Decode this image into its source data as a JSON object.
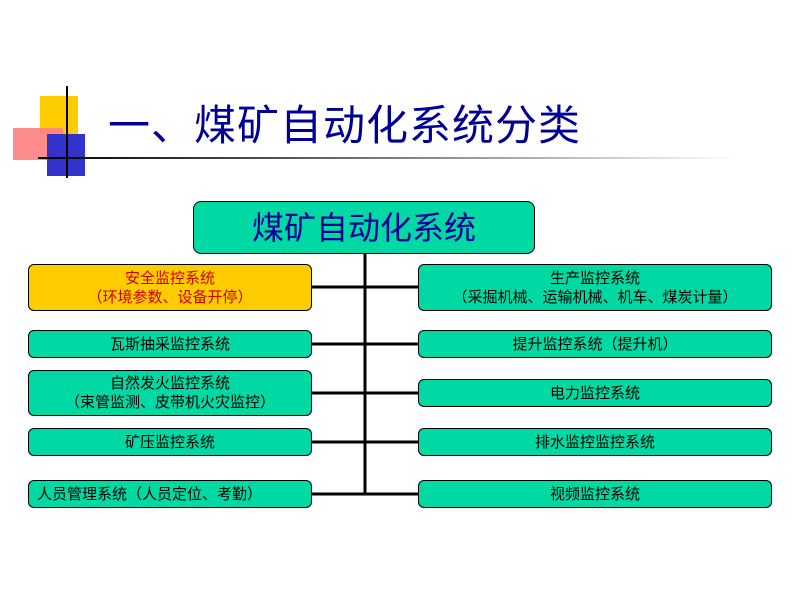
{
  "header": {
    "title": "一、煤矿自动化系统分类"
  },
  "diagram": {
    "root": "煤矿自动化系统",
    "left": [
      {
        "label": "安全监控系统",
        "sub": "（环境参数、设备开停）"
      },
      {
        "label": "瓦斯抽采监控系统"
      },
      {
        "label": "自然发火监控系统",
        "sub": "（束管监测、皮带机火灾监控）"
      },
      {
        "label": "矿压监控系统"
      },
      {
        "label": "人员管理系统（人员定位、考勤）"
      }
    ],
    "right": [
      {
        "label": "生产监控系统",
        "sub": "（采掘机械、运输机械、机车、煤炭计量）"
      },
      {
        "label": "提升监控系统（提升机）"
      },
      {
        "label": "电力监控系统"
      },
      {
        "label": "排水监控监控系统"
      },
      {
        "label": "视频监控系统"
      }
    ]
  },
  "colors": {
    "box_fill": "#00D9A3",
    "highlight_fill": "#FFCC00",
    "highlight_text": "#CC0000",
    "title_text": "#000099"
  }
}
